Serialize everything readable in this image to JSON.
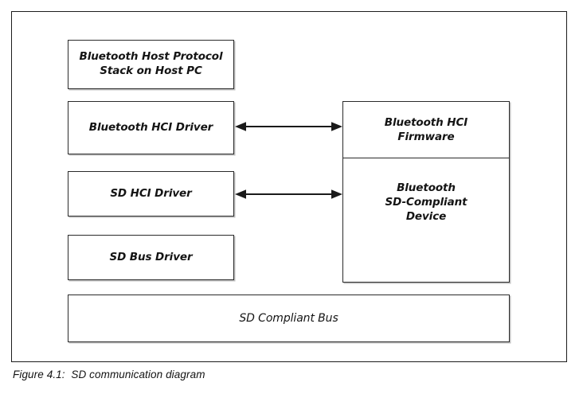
{
  "figure": {
    "caption": "Figure 4.1:  SD communication diagram",
    "frame_color": "#1c1c1c",
    "box_border_color": "#2a2a2a",
    "text_color": "#141414",
    "background": "#ffffff"
  },
  "host_side": {
    "boxes": [
      {
        "id": "host-stack",
        "label": "Bluetooth Host Protocol\nStack on Host PC"
      },
      {
        "id": "bt-hci-driver",
        "label": "Bluetooth HCI Driver"
      },
      {
        "id": "sd-hci-driver",
        "label": "SD HCI Driver"
      },
      {
        "id": "sd-bus-driver",
        "label": "SD Bus Driver"
      }
    ]
  },
  "device_side": {
    "sections": [
      {
        "id": "firmware",
        "label": "Bluetooth HCI\nFirmware"
      },
      {
        "id": "compliant",
        "label": "Bluetooth\nSD-Compliant\nDevice"
      }
    ]
  },
  "bus": {
    "label": "SD Compliant Bus"
  },
  "connections": [
    {
      "id": "hci-link",
      "icon": "double-headed-arrow",
      "from": "Bluetooth HCI Driver",
      "to": "Bluetooth HCI Firmware"
    },
    {
      "id": "sd-link",
      "icon": "double-headed-arrow",
      "from": "SD HCI Driver",
      "to": "Bluetooth SD-Compliant Device"
    }
  ]
}
